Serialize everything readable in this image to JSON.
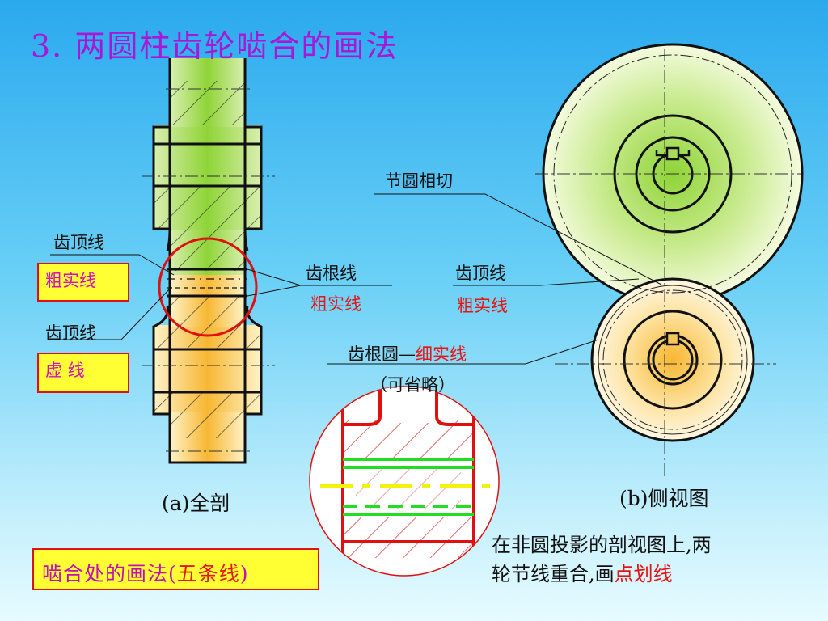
{
  "title": "3.  两圆柱齿轮啮合的画法",
  "labels": {
    "pitch_tangent": "节圆相切",
    "addendum_line": "齿顶线",
    "thick_solid": "粗实线",
    "dashed_line": "虚  线",
    "root_line": "齿根线",
    "root_circle": "齿根圆—",
    "thin_solid": "细实线",
    "omittable": "（可省略）"
  },
  "captions": {
    "full_section": "(a)全剖",
    "side_view": "(b)侧视图"
  },
  "summary": {
    "prefix": "啮合处的画法(",
    "highlight": "五条线",
    "suffix": ")"
  },
  "note": {
    "line1": "在非圆投影的剖视图上,两",
    "line2_prefix": "轮节线重合,画",
    "line2_highlight": "点划线"
  },
  "colors": {
    "title": "#a817d6",
    "highlight": "#e61414",
    "box_fill": "#ffff33",
    "box_border": "#e01010",
    "upper_gear": "#8fd437",
    "lower_gear": "#f7b733"
  }
}
